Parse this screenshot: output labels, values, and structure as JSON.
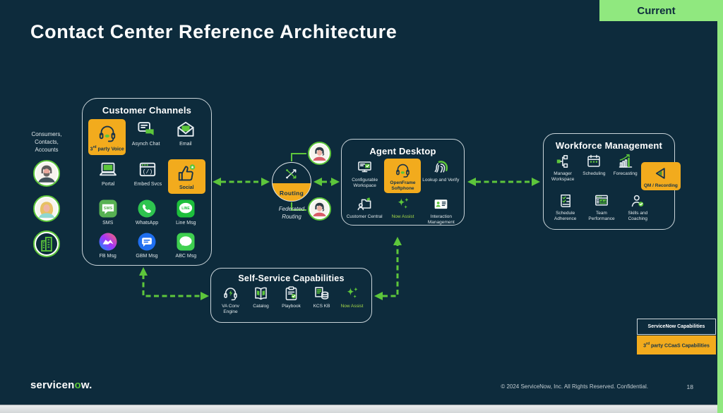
{
  "badge": {
    "label": "Current"
  },
  "title": "Contact Center Reference Architecture",
  "colors": {
    "background": "#0d2b3c",
    "accent_green": "#5dc63b",
    "light_green": "#90e87f",
    "orange": "#f2ab1d",
    "box_border": "#c9d4d9"
  },
  "left_panel": {
    "label": "Consumers,\nContacts,\nAccounts",
    "avatars": [
      {
        "name": "consumer-avatar",
        "icon": "man-avatar"
      },
      {
        "name": "contact-avatar",
        "icon": "woman-avatar"
      },
      {
        "name": "account-avatar",
        "icon": "building-avatar"
      }
    ]
  },
  "customer_channels": {
    "title": "Customer Channels",
    "rows": [
      [
        {
          "label": "3rd party Voice",
          "icon": "headset",
          "highlight": true
        },
        {
          "label": "Asynch Chat",
          "icon": "chat-bubbles"
        },
        {
          "label": "Email",
          "icon": "envelope"
        }
      ],
      [
        {
          "label": "Portal",
          "icon": "laptop"
        },
        {
          "label": "Embed Svcs",
          "icon": "code-window"
        },
        {
          "label": "Social",
          "icon": "thumbs-up",
          "highlight": true
        }
      ],
      [
        {
          "label": "SMS",
          "icon": "sms-app"
        },
        {
          "label": "WhatsApp",
          "icon": "whatsapp-app"
        },
        {
          "label": "Line Msg",
          "icon": "line-app"
        }
      ],
      [
        {
          "label": "FB Msg",
          "icon": "messenger-app"
        },
        {
          "label": "GBM Msg",
          "icon": "gbm-app"
        },
        {
          "label": "ABC Msg",
          "icon": "abc-app"
        }
      ]
    ]
  },
  "routing": {
    "label": "Routing",
    "sublabel": "Federated\nRouting"
  },
  "agent_desktop": {
    "title": "Agent Desktop",
    "rows": [
      [
        {
          "label": "Configurable Workspace",
          "icon": "monitor-check"
        },
        {
          "label": "OpenFrame Softphone",
          "icon": "headset",
          "highlight": true
        },
        {
          "label": "Lookup and Verify",
          "icon": "fingerprint"
        }
      ],
      [
        {
          "label": "Customer Central",
          "icon": "person-folder"
        },
        {
          "label": "Now Assist",
          "icon": "sparkles",
          "accent": true
        },
        {
          "label": "Interaction Management",
          "icon": "id-card"
        }
      ]
    ]
  },
  "workforce_management": {
    "title": "Workforce Management",
    "rows": [
      [
        {
          "label": "Manager Workspace",
          "icon": "org-chart"
        },
        {
          "label": "Scheduling",
          "icon": "calendar"
        },
        {
          "label": "Forecasting",
          "icon": "forecast-chart"
        },
        {
          "label": "QM / Recording",
          "icon": "play-triangle",
          "highlight": true
        }
      ],
      [
        {
          "label": "Schedule Adherence",
          "icon": "checklist"
        },
        {
          "label": "Team Performance",
          "icon": "team-chart"
        },
        {
          "label": "Skills and Coaching",
          "icon": "person-check"
        }
      ]
    ]
  },
  "self_service": {
    "title": "Self-Service Capabilities",
    "rows": [
      [
        {
          "label": "VA Conv Engine",
          "icon": "headset-bolt"
        },
        {
          "label": "Catalog",
          "icon": "open-book"
        },
        {
          "label": "Playbook",
          "icon": "clipboard-check"
        },
        {
          "label": "KCS KB",
          "icon": "doc-database"
        },
        {
          "label": "Now Assist",
          "icon": "sparkles",
          "accent": true
        }
      ]
    ]
  },
  "legend": {
    "items": [
      {
        "label": "ServiceNow Capabilities",
        "type": "servicenow"
      },
      {
        "label": "3rd party CCaaS Capabilities",
        "type": "third-party"
      }
    ]
  },
  "footer": {
    "logo_before": "servicen",
    "logo_accent": "o",
    "logo_after": "w.",
    "copyright": "© 2024 ServiceNow, Inc. All Rights Reserved. Confidential.",
    "page": "18"
  }
}
